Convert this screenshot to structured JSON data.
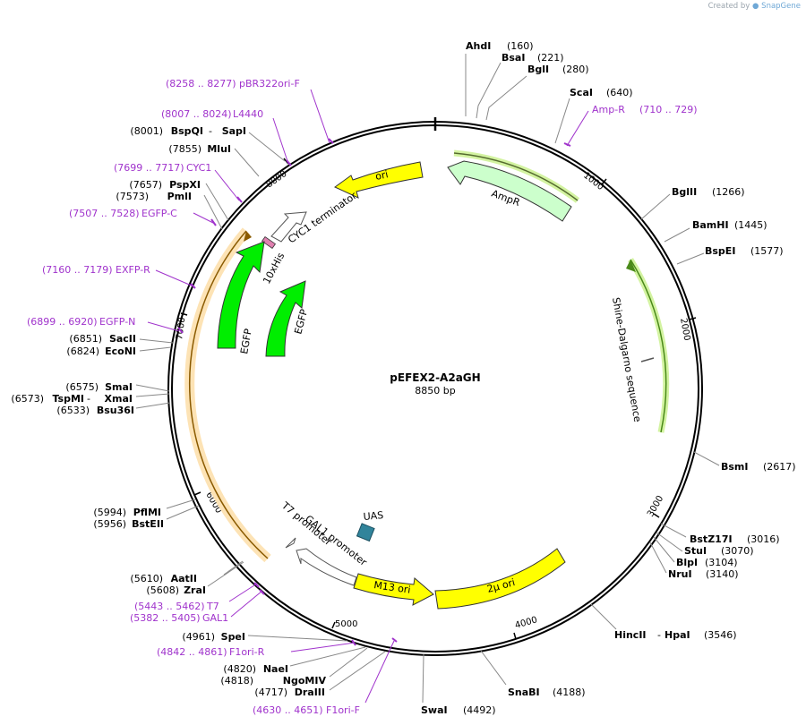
{
  "watermark": {
    "prefix": "Created by",
    "brand": "SnapGene"
  },
  "plasmid": {
    "name": "pEFEX2-A2aGH",
    "length_label": "8850 bp",
    "length": 8850
  },
  "colors": {
    "primer": "#a033cc",
    "backbone": "#000000",
    "yellow": "#ffff00",
    "green": "#00ee00",
    "pale_green": "#ccffcc",
    "orange": "#f7a431",
    "teal": "#31849b"
  },
  "ticks": [
    "1000",
    "2000",
    "3000",
    "4000",
    "5000",
    "6000",
    "7000",
    "8000"
  ],
  "enzymes": [
    {
      "name": "AhdI",
      "pos": "(160)"
    },
    {
      "name": "BsaI",
      "pos": "(221)"
    },
    {
      "name": "BglI",
      "pos": "(280)"
    },
    {
      "name": "ScaI",
      "pos": "(640)"
    },
    {
      "name": "BglII",
      "pos": "(1266)"
    },
    {
      "name": "BamHI",
      "pos": "(1445)"
    },
    {
      "name": "BspEI",
      "pos": "(1577)"
    },
    {
      "name": "BsmI",
      "pos": "(2617)"
    },
    {
      "name": "BstZ17I",
      "pos": "(3016)"
    },
    {
      "name": "StuI",
      "pos": "(3070)"
    },
    {
      "name": "BlpI",
      "pos": "(3104)"
    },
    {
      "name": "NruI",
      "pos": "(3140)"
    },
    {
      "name": "HincII",
      "pos": "(3546)",
      "alt": "HpaI"
    },
    {
      "name": "SnaBI",
      "pos": "(4188)"
    },
    {
      "name": "SwaI",
      "pos": "(4492)"
    },
    {
      "name": "DraIII",
      "pos": "(4717)"
    },
    {
      "name": "NgoMIV",
      "pos": "(4818)"
    },
    {
      "name": "NaeI",
      "pos": "(4820)"
    },
    {
      "name": "SpeI",
      "pos": "(4961)"
    },
    {
      "name": "ZraI",
      "pos": "(5608)"
    },
    {
      "name": "AatII",
      "pos": "(5610)"
    },
    {
      "name": "BstEII",
      "pos": "(5956)"
    },
    {
      "name": "PflMI",
      "pos": "(5994)"
    },
    {
      "name": "Bsu36I",
      "pos": "(6533)"
    },
    {
      "name": "TspMI",
      "pos": "(6573)",
      "alt": "XmaI"
    },
    {
      "name": "SmaI",
      "pos": "(6575)"
    },
    {
      "name": "EcoNI",
      "pos": "(6824)"
    },
    {
      "name": "SacII",
      "pos": "(6851)"
    },
    {
      "name": "PmlI",
      "pos": "(7573)"
    },
    {
      "name": "PspXI",
      "pos": "(7657)"
    },
    {
      "name": "MluI",
      "pos": "(7855)"
    },
    {
      "name": "BspQI",
      "pos": "(8001)",
      "alt": "SapI"
    }
  ],
  "primers": [
    {
      "name": "pBR322ori-F",
      "range": "(8258 .. 8277)"
    },
    {
      "name": "L4440",
      "range": "(8007 .. 8024)"
    },
    {
      "name": "CYC1",
      "range": "(7699 .. 7717)"
    },
    {
      "name": "EGFP-C",
      "range": "(7507 .. 7528)"
    },
    {
      "name": "EXFP-R",
      "range": "(7160 .. 7179)"
    },
    {
      "name": "EGFP-N",
      "range": "(6899 .. 6920)"
    },
    {
      "name": "Amp-R",
      "range": "(710 .. 729)"
    },
    {
      "name": "T7",
      "range": "(5443 .. 5462)"
    },
    {
      "name": "GAL1",
      "range": "(5382 .. 5405)"
    },
    {
      "name": "F1ori-R",
      "range": "(4842 .. 4861)"
    },
    {
      "name": "F1ori-F",
      "range": "(4630 .. 4651)"
    }
  ],
  "features": {
    "ori": "ori",
    "ampr": "AmpR",
    "shine": "Shine-Dalgarno sequence",
    "cyc1": "CYC1 terminator",
    "his": "10xHis",
    "egfp1": "EGFP",
    "egfp2": "EGFP",
    "uas": "UAS",
    "gal1": "GAL1 promoter",
    "t7": "T7 promoter",
    "m13": "M13 ori",
    "twomu": "2µ ori"
  }
}
